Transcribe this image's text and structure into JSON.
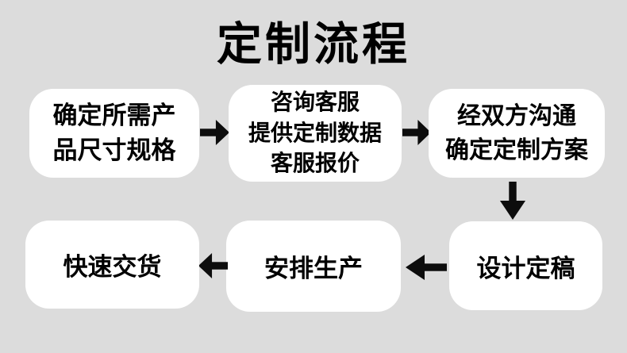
{
  "title": "定制流程",
  "colors": {
    "background": "#dcdcdc",
    "box": "#ffffff",
    "text": "#000000",
    "arrow": "#0d0d0d"
  },
  "icons": {
    "arrow_right": "➡",
    "arrow_left": "⬅",
    "arrow_down": "⬇"
  },
  "steps": [
    {
      "lines": [
        "确定所需产",
        "品尺寸规格"
      ]
    },
    {
      "lines": [
        "咨询客服",
        "提供定制数据",
        "客服报价"
      ]
    },
    {
      "lines": [
        "经双方沟通",
        "确定定制方案"
      ]
    },
    {
      "lines": [
        "设计定稿"
      ]
    },
    {
      "lines": [
        "安排生产"
      ]
    },
    {
      "lines": [
        "快速交货"
      ]
    }
  ]
}
